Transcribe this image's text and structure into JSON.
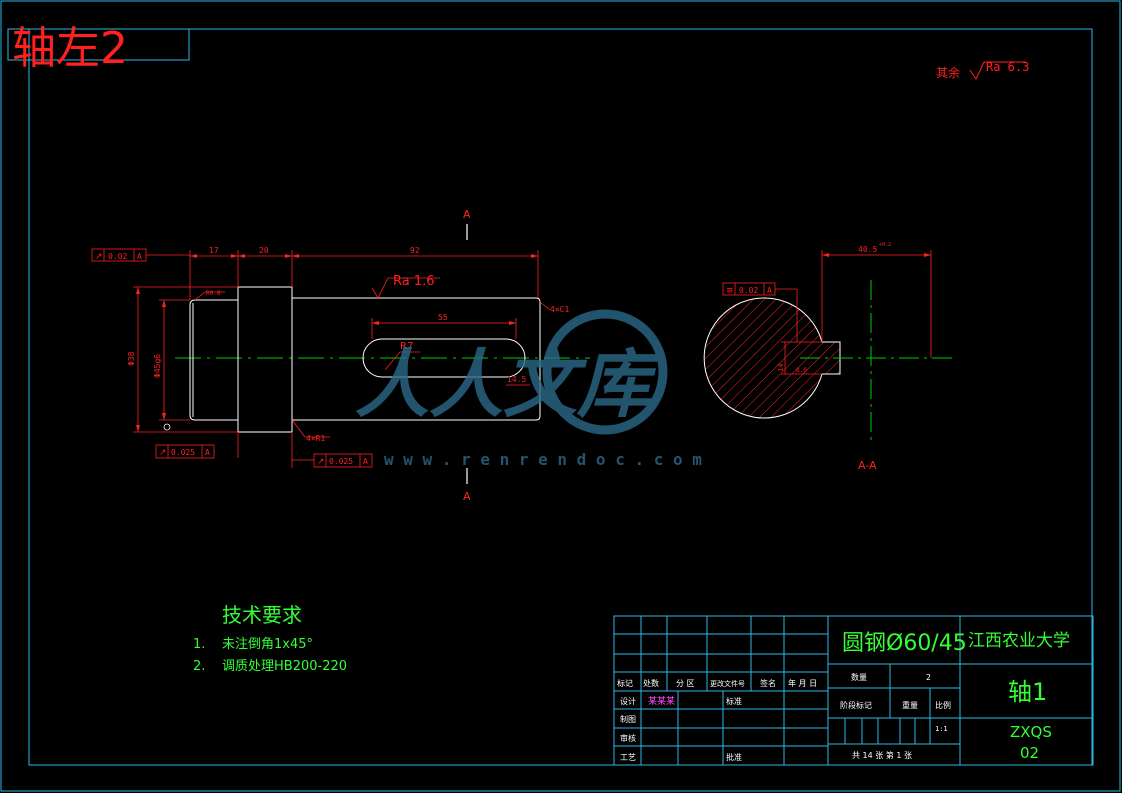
{
  "sheet": {
    "corner_label": "轴左2",
    "global_roughness_prefix": "其余",
    "global_roughness_value": "Ra 6.3"
  },
  "front_view": {
    "section_mark_top": "A",
    "section_mark_bottom": "A",
    "dims": {
      "len_17": "17",
      "len_20": "20",
      "len_92": "92",
      "len_55": "55",
      "dia_phi": "Φ38",
      "dia_45": "Φ45g6",
      "key_offset": "14.5"
    },
    "notes": {
      "radius_r7": "R7",
      "roughness": "Ra 1.6",
      "chamfer": "4×C1",
      "fillet": "4×R1",
      "radius_small": "R0.8"
    },
    "tolerance_frames": [
      {
        "symbol": "↗",
        "value": "0.02",
        "datum": "A"
      },
      {
        "symbol": "↗",
        "value": "0.025",
        "datum": "A"
      },
      {
        "symbol": "↗",
        "value": "0.025",
        "datum": "A"
      }
    ]
  },
  "section_view": {
    "label": "A-A",
    "dim_top": "40.5",
    "dim_top_tol": "+0.2",
    "sym_tolerance": {
      "symbol": "≡",
      "value": "0.02",
      "datum": "A"
    },
    "key_width": "14",
    "key_depth": "8.0"
  },
  "tech_requirements": {
    "title": "技术要求",
    "items": [
      {
        "num": "1.",
        "text": "未注倒角1x45°"
      },
      {
        "num": "2.",
        "text": "调质处理HB200-220"
      }
    ]
  },
  "title_block": {
    "material": "圆钢Ø60/45",
    "university": "江西农业大学",
    "part_name": "轴1",
    "drawing_no_1": "ZXQS",
    "drawing_no_2": "02",
    "header_labels": [
      "标记",
      "处数",
      "分 区",
      "更改文件号",
      "签名",
      "年 月 日"
    ],
    "design_label": "设计",
    "designer": "某某某",
    "standard_label": "标准",
    "drawing_label": "制图",
    "review_label": "审核",
    "process_label": "工艺",
    "approve_label": "批准",
    "qty_label": "数量",
    "qty_value": "2",
    "stage_label": "阶段标记",
    "weight_label": "重量",
    "scale_label": "比例",
    "scale_value": "1:1",
    "sheets_text": "共 14 张  第 1 张"
  },
  "watermark": {
    "text": "人人文库",
    "url": "w w w . r e n r e n d o c . c o m"
  },
  "colors": {
    "background": "#000000",
    "outline": "#ffffff",
    "dimension": "#ff2020",
    "centerline": "#00cc00",
    "frame": "#2fb7e8",
    "title_green": "#33ff33",
    "hatch": "#ff2020",
    "designer": "#ff44ff",
    "watermark": "#2b6a8a"
  }
}
